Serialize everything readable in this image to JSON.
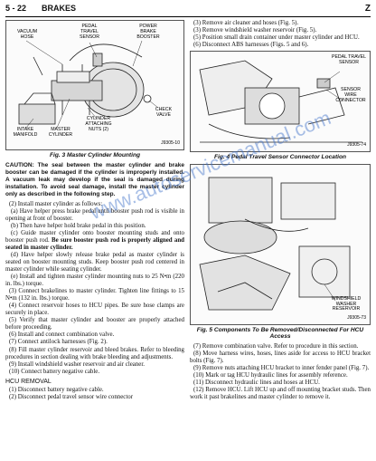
{
  "header": {
    "page": "5 - 22",
    "section": "BRAKES",
    "mark": "Z"
  },
  "fig3": {
    "labels": {
      "vacuum_hose": "VACUUM HOSE",
      "pedal_sensor": "PEDAL TRAVEL SENSOR",
      "power_booster": "POWER BRAKE BOOSTER",
      "check_valve": "CHECK VALVE",
      "cylinder_nuts": "CYLINDER ATTACHING NUTS (2)",
      "intake_manifold": "INTAKE MANIFOLD",
      "master_cylinder": "MASTER CYLINDER"
    },
    "code": "J9305-10",
    "caption": "Fig. 3 Master Cylinder Mounting"
  },
  "left": {
    "caution": "CAUTION: The seal between the master cylinder and brake booster can be damaged if the cylinder is improperly installed. A vacuum leak may develop if the seal is damaged during installation. To avoid seal damage, install the master cylinder only as described in the following step.",
    "s2": "(2) Install master cylinder as follows:",
    "s2a": "(a) Have helper press brake pedal until booster push rod is visible in opening at front of booster.",
    "s2b": "(b) Then have helper hold brake pedal in this position.",
    "s2c_plain": "(c) Guide master cylinder onto booster mounting studs and onto booster push rod.",
    "s2c_bold": "Be sure booster push rod is properly aligned and seated in master cylinder.",
    "s2d": "(d) Have helper slowly release brake pedal as master cylinder is seated on booster mounting studs. Keep booster push rod centered in master cylinder while seating cylinder.",
    "s2e": "(e) Install and tighten master cylinder mounting nuts to 25 N•m (220 in. lbs.) torque.",
    "s3": "(3) Connect brakelines to master cylinder. Tighten line fittings to 15 N•m (132 in. lbs.) torque.",
    "s4": "(4) Connect reservoir hoses to HCU pipes. Be sure hose clamps are securely in place.",
    "s5": "(5) Verify that master cylinder and booster are properly attached before proceeding.",
    "s6": "(6) Install and connect combination valve.",
    "s7": "(7) Connect antilock harnesses (Fig. 2).",
    "s8": "(8) Fill master cylinder reservoir and bleed brakes. Refer to bleeding procedures in section dealing with brake bleeding and adjustments.",
    "s9": "(9) Install windshield washer reservoir and air cleaner.",
    "s10": "(10) Connect battery negative cable.",
    "hcu_heading": "HCU REMOVAL",
    "r1": "(1) Disconnect battery negative cable.",
    "r2": "(2) Disconnect pedal travel sensor wire connector"
  },
  "right": {
    "t1": "(3) Remove air cleaner and hoses (Fig. 5).",
    "t2": "(3) Remove windshield washer reservoir (Fig. 5).",
    "t3": "(5) Position small drain container under master cylinder and HCU.",
    "t4": "(6) Disconnect ABS harnesses (Figs. 5 and 6).",
    "fig4": {
      "labels": {
        "pedal_sensor": "PEDAL TRAVEL SENSOR",
        "sensor_wire": "SENSOR WIRE CONNECTOR"
      },
      "code": "J9305-74",
      "caption": "Fig. 4 Pedal Travel Sensor Connector Location"
    },
    "fig5": {
      "labels": {
        "washer_reservoir": "WINDSHIELD WASHER RESERVOIR"
      },
      "code": "J9305-73",
      "caption": "Fig. 5 Components To Be Removed/Disconnected For HCU Access"
    },
    "b1": "(7) Remove combination valve. Refer to procedure in this section.",
    "b2": "(8) Move harness wires, hoses, lines aside for access to HCU bracket bolts (Fig. 7).",
    "b3": "(9) Remove nuts attaching HCU bracket to inner fender panel (Fig. 7).",
    "b4": "(10) Mark or tag HCU hydraulic lines for assembly reference.",
    "b5": "(11) Disconnect hydraulic lines and hoses at HCU.",
    "b6": "(12) Remove HCU. Lift HCU up and off mounting bracket studs. Then work it past brakelines and master cylinder to remove it."
  },
  "watermark": "www.autoservicemanual.com"
}
